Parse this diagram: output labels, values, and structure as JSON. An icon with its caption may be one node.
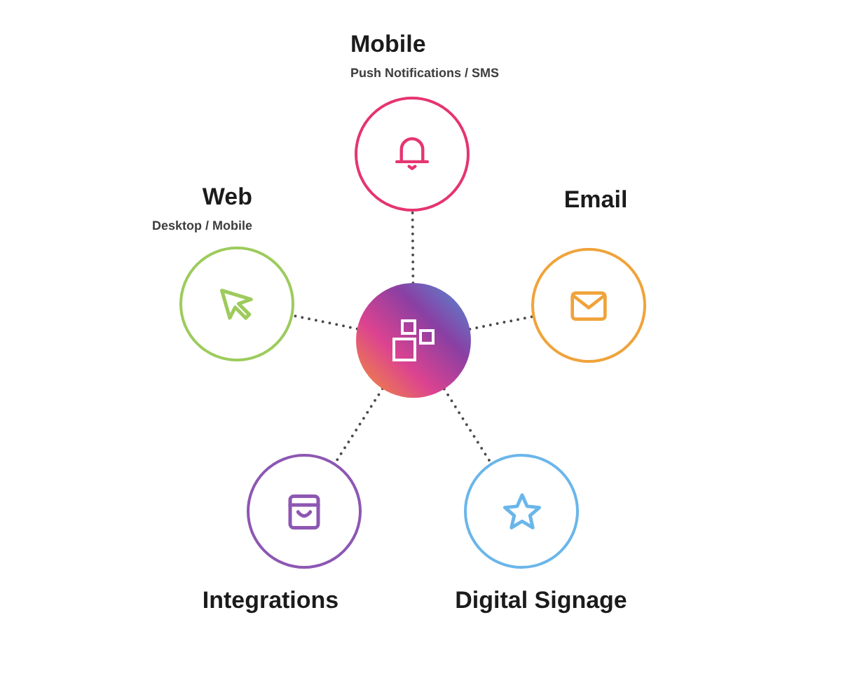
{
  "diagram": {
    "nodes": [
      {
        "text": [
          "Mobile",
          "Push Notifications / SMS"
        ]
      },
      {
        "text": [
          "Web",
          "Desktop / Mobile"
        ]
      },
      {
        "text": [
          "Email"
        ]
      },
      {
        "text": [],
        "shape": "circle"
      },
      {
        "text": [
          "Integrations"
        ]
      },
      {
        "text": [
          "Digital Signage"
        ]
      }
    ],
    "edges": [
      {
        "from": 3,
        "to": 0,
        "arrow": "none",
        "style": "dashed"
      },
      {
        "from": 3,
        "to": 1,
        "arrow": "none",
        "style": "dashed"
      },
      {
        "from": 3,
        "to": 2,
        "arrow": "none",
        "style": "dashed"
      },
      {
        "from": 3,
        "to": 4,
        "arrow": "none",
        "style": "dashed"
      },
      {
        "from": 3,
        "to": 5,
        "arrow": "none",
        "style": "dashed"
      }
    ]
  }
}
